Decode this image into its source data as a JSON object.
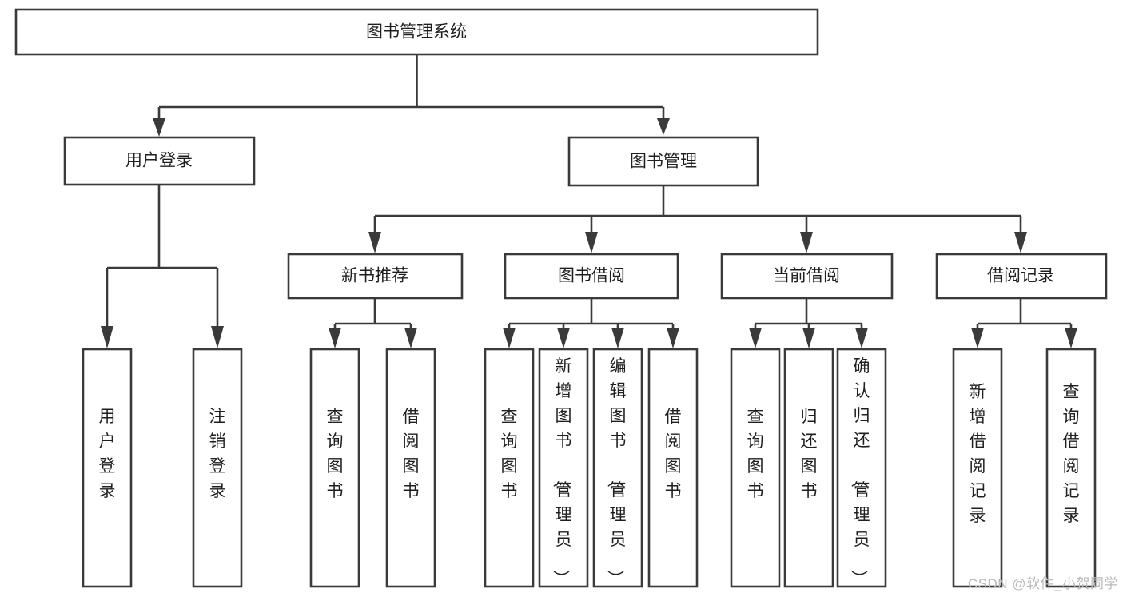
{
  "diagram": {
    "type": "tree-hierarchy",
    "title": "图书管理系统",
    "orientation": "top-down",
    "text_direction_leaf": "vertical",
    "colors": {
      "background": "#ffffff",
      "box_fill": "#ffffff",
      "box_stroke": "#3a3a3a",
      "text": "#1f1f1f",
      "watermark": "#b9b9b9"
    },
    "root": {
      "id": "root",
      "label": "图书管理系统"
    },
    "level2": [
      {
        "id": "user-login",
        "label": "用户登录"
      },
      {
        "id": "book-manage",
        "label": "图书管理"
      }
    ],
    "level3": [
      {
        "id": "new-book-recommend",
        "label": "新书推荐"
      },
      {
        "id": "book-borrow",
        "label": "图书借阅"
      },
      {
        "id": "current-borrow",
        "label": "当前借阅"
      },
      {
        "id": "borrow-record",
        "label": "借阅记录"
      }
    ],
    "leaves": {
      "user-login": [
        {
          "id": "leaf-user-login",
          "label": "用户登录"
        },
        {
          "id": "leaf-logout-login",
          "label": "注销登录"
        }
      ],
      "new-book-recommend": [
        {
          "id": "leaf-query-book-1",
          "label": "查询图书"
        },
        {
          "id": "leaf-borrow-book-1",
          "label": "借阅图书"
        }
      ],
      "book-borrow": [
        {
          "id": "leaf-query-book-2",
          "label": "查询图书"
        },
        {
          "id": "leaf-add-book-admin",
          "label": "新增图书（管理员）"
        },
        {
          "id": "leaf-edit-book-admin",
          "label": "编辑图书（管理员）"
        },
        {
          "id": "leaf-borrow-book-2",
          "label": "借阅图书"
        }
      ],
      "current-borrow": [
        {
          "id": "leaf-query-book-3",
          "label": "查询图书"
        },
        {
          "id": "leaf-return-book",
          "label": "归还图书"
        },
        {
          "id": "leaf-confirm-return-admin",
          "label": "确认归还（管理员）"
        }
      ],
      "borrow-record": [
        {
          "id": "leaf-add-borrow-record",
          "label": "新增借阅记录"
        },
        {
          "id": "leaf-query-borrow-record",
          "label": "查询借阅记录"
        }
      ]
    }
  },
  "watermark": {
    "text": "CSDN @软件_小贺同学"
  }
}
